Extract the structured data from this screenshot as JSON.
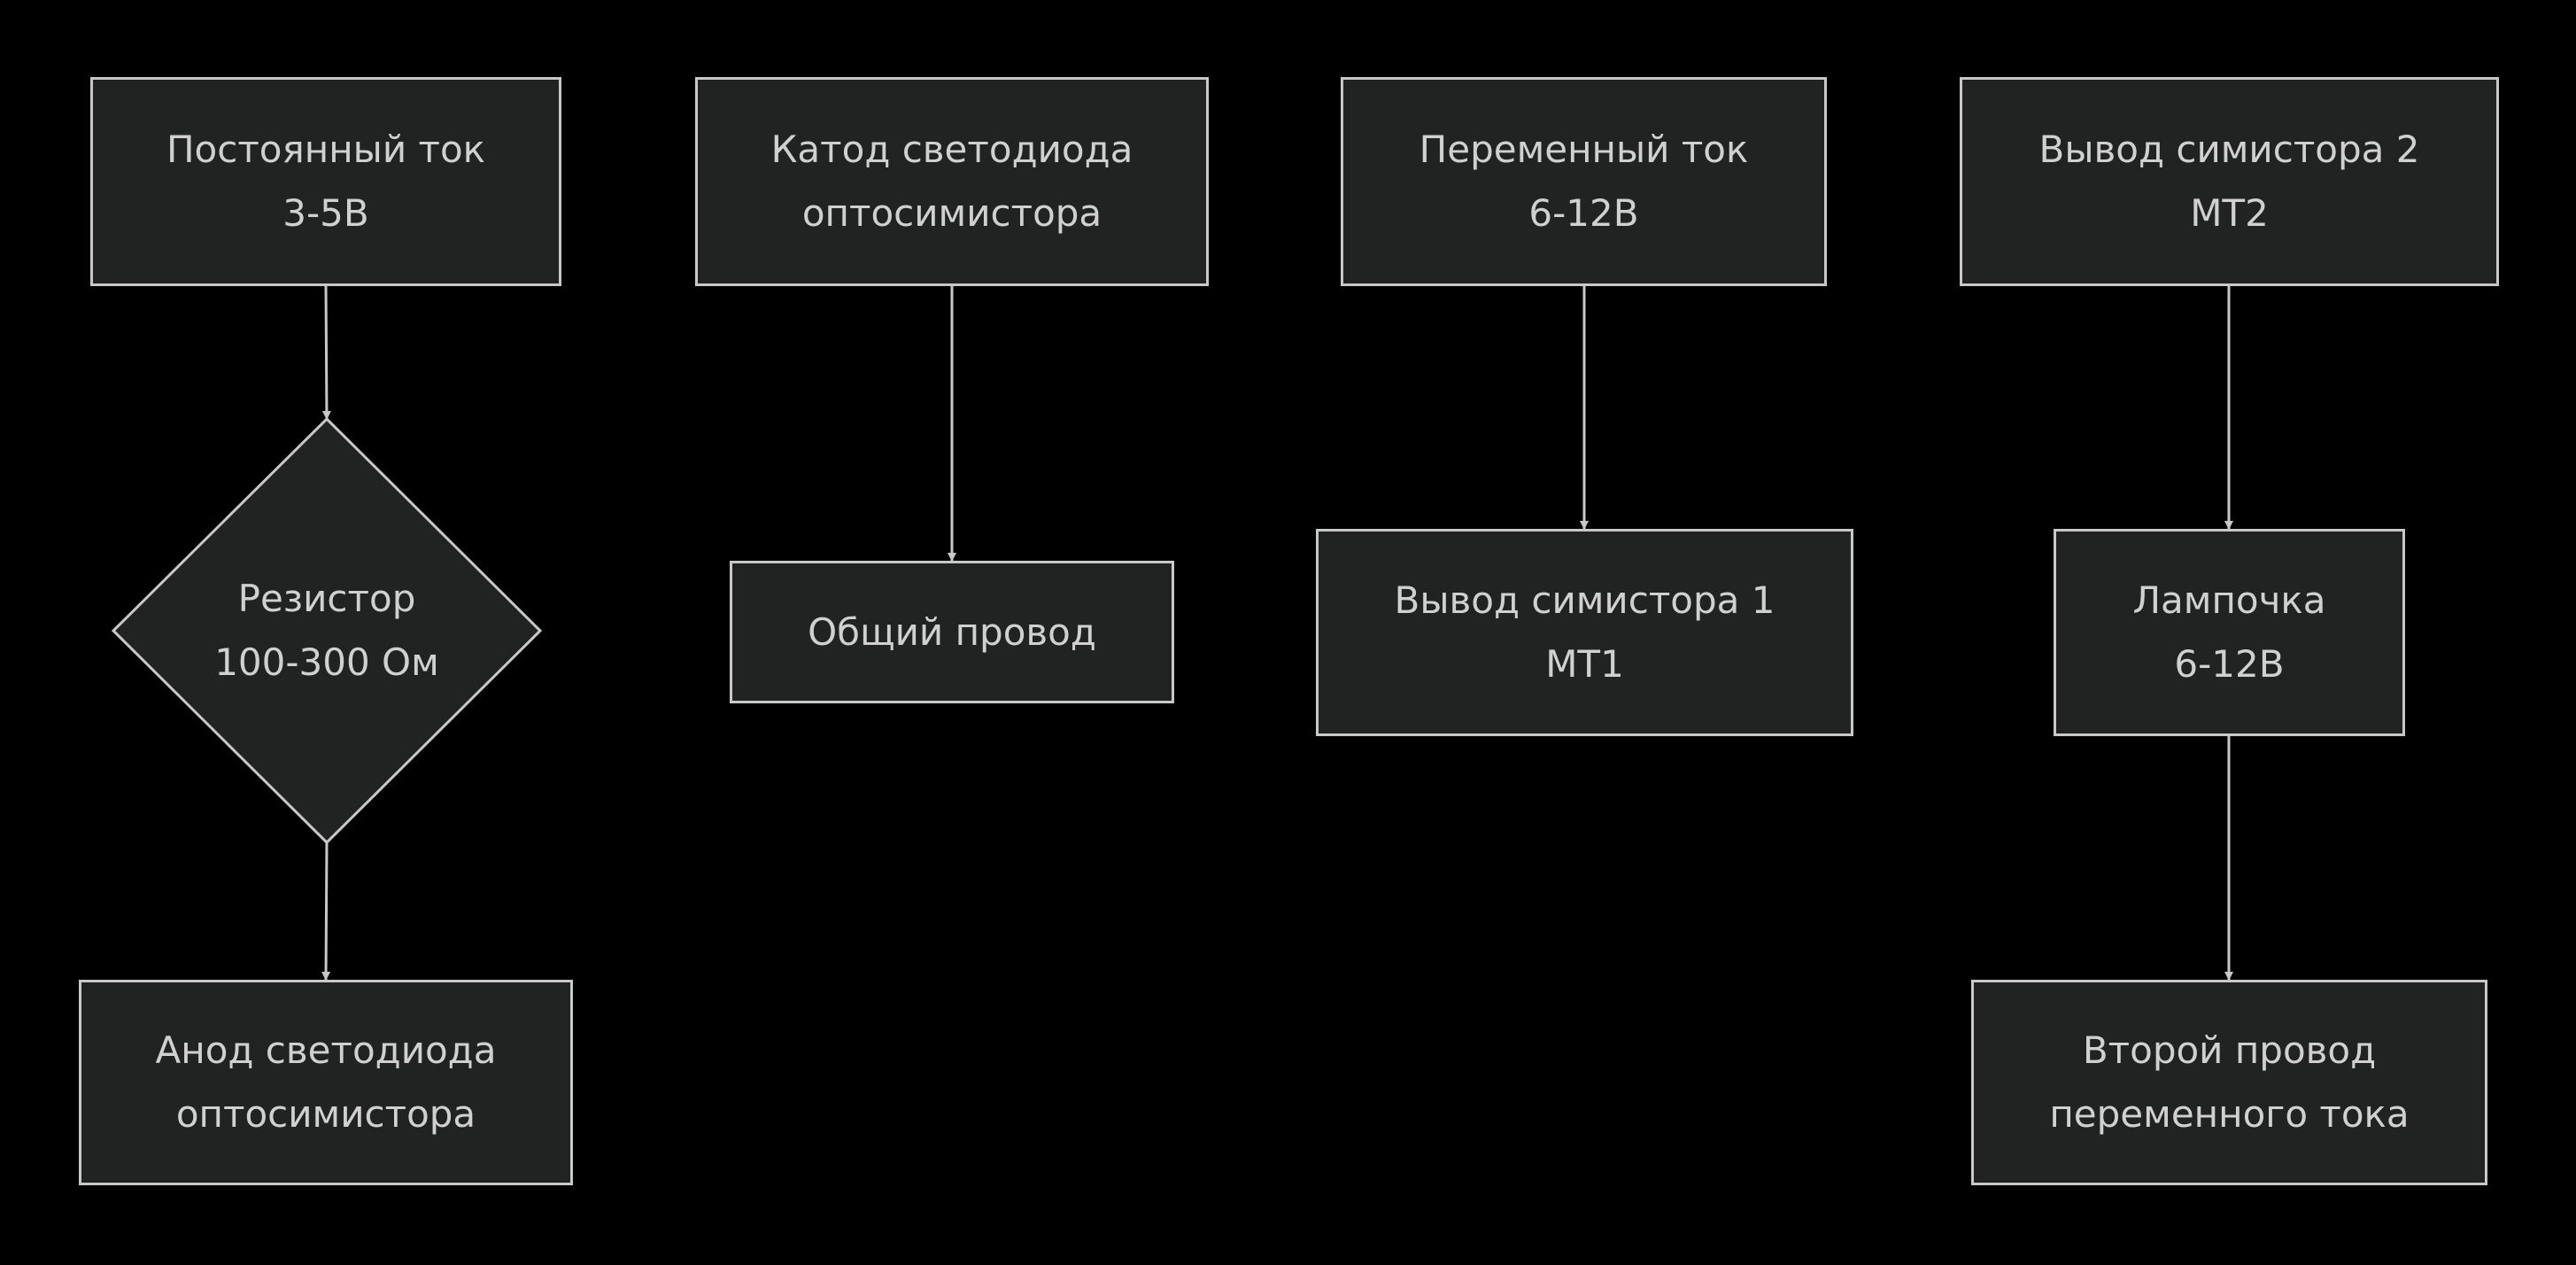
{
  "nodes": {
    "dc": {
      "line1": "Постоянный ток",
      "line2": "3-5В"
    },
    "resistor": {
      "line1": "Резистор",
      "line2": "100-300 Ом"
    },
    "anode": {
      "line1": "Анод светодиода",
      "line2": "оптосимистора"
    },
    "cathode": {
      "line1": "Катод светодиода",
      "line2": "оптосимистора"
    },
    "common": {
      "line1": "Общий провод"
    },
    "ac": {
      "line1": "Переменный ток",
      "line2": "6-12В"
    },
    "mt1": {
      "line1": "Вывод симистора 1",
      "line2": "MT1"
    },
    "mt2": {
      "line1": "Вывод симистора 2",
      "line2": "MT2"
    },
    "lamp": {
      "line1": "Лампочка",
      "line2": "6-12В"
    },
    "second": {
      "line1": "Второй провод",
      "line2": "переменного тока"
    }
  },
  "colors": {
    "background": "#000000",
    "node_fill": "#212322",
    "stroke": "#c8c8c8",
    "text": "#d0d0d0"
  }
}
